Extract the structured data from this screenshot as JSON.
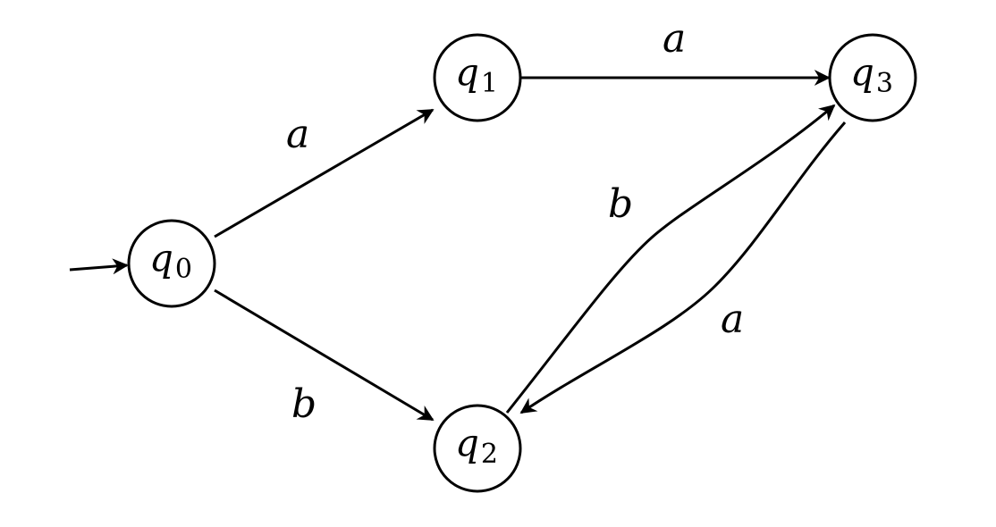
{
  "automaton": {
    "states": [
      {
        "id": "q0",
        "symbol": "q",
        "subscript": "0",
        "initial": true
      },
      {
        "id": "q1",
        "symbol": "q",
        "subscript": "1",
        "initial": false
      },
      {
        "id": "q2",
        "symbol": "q",
        "subscript": "2",
        "initial": false
      },
      {
        "id": "q3",
        "symbol": "q",
        "subscript": "3",
        "initial": false
      }
    ],
    "transitions": [
      {
        "from": "q0",
        "to": "q1",
        "label": "a"
      },
      {
        "from": "q0",
        "to": "q2",
        "label": "b"
      },
      {
        "from": "q1",
        "to": "q3",
        "label": "a"
      },
      {
        "from": "q2",
        "to": "q3",
        "label": "b"
      },
      {
        "from": "q3",
        "to": "q2",
        "label": "a"
      }
    ]
  },
  "colors": {
    "stroke": "#000000",
    "background": "#ffffff"
  }
}
